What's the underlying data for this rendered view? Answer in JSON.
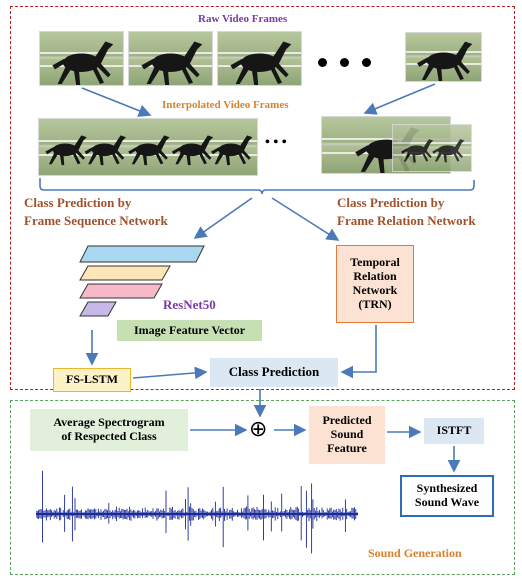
{
  "title_raw": "Raw Video Frames",
  "title_interp": "Interpolated Video Frames",
  "ellipsis": "• • •",
  "left_branch": "Class Prediction by\nFrame Sequence Network",
  "right_branch": "Class Prediction by\nFrame Relation Network",
  "resnet": "ResNet50",
  "feature_vec": "Image Feature Vector",
  "trn": "Temporal\nRelation\nNetwork\n(TRN)",
  "fslstm": "FS-LSTM",
  "class_pred": "Class Prediction",
  "avg_spec": "Average Spectrogram\nof Respected Class",
  "oplus": "⊕",
  "pred_feature": "Predicted\nSound\nFeature",
  "istft": "ISTFT",
  "synth": "Synthesized\nSound Wave",
  "sound_gen": "Sound Generation",
  "colors": {
    "red_border": "#b02020",
    "green_border": "#5aa05a",
    "purple": "#7a3aa8",
    "brown": "#a0522d",
    "orange_text": "#d9822b",
    "arrow": "#4a7ab8",
    "fslstm_fill": "#fbf3c6",
    "fslstm_border": "#e8b830",
    "classpred_fill": "#dbe7f3",
    "feature_fill": "#c6e0b4",
    "trn_fill": "#fbe2d2",
    "trn_border": "#e07b39",
    "avgspec_fill": "#e2efda",
    "istft_fill": "#dbe7f3",
    "synth_border": "#2e6db4",
    "wave": "#1b2a9a"
  }
}
